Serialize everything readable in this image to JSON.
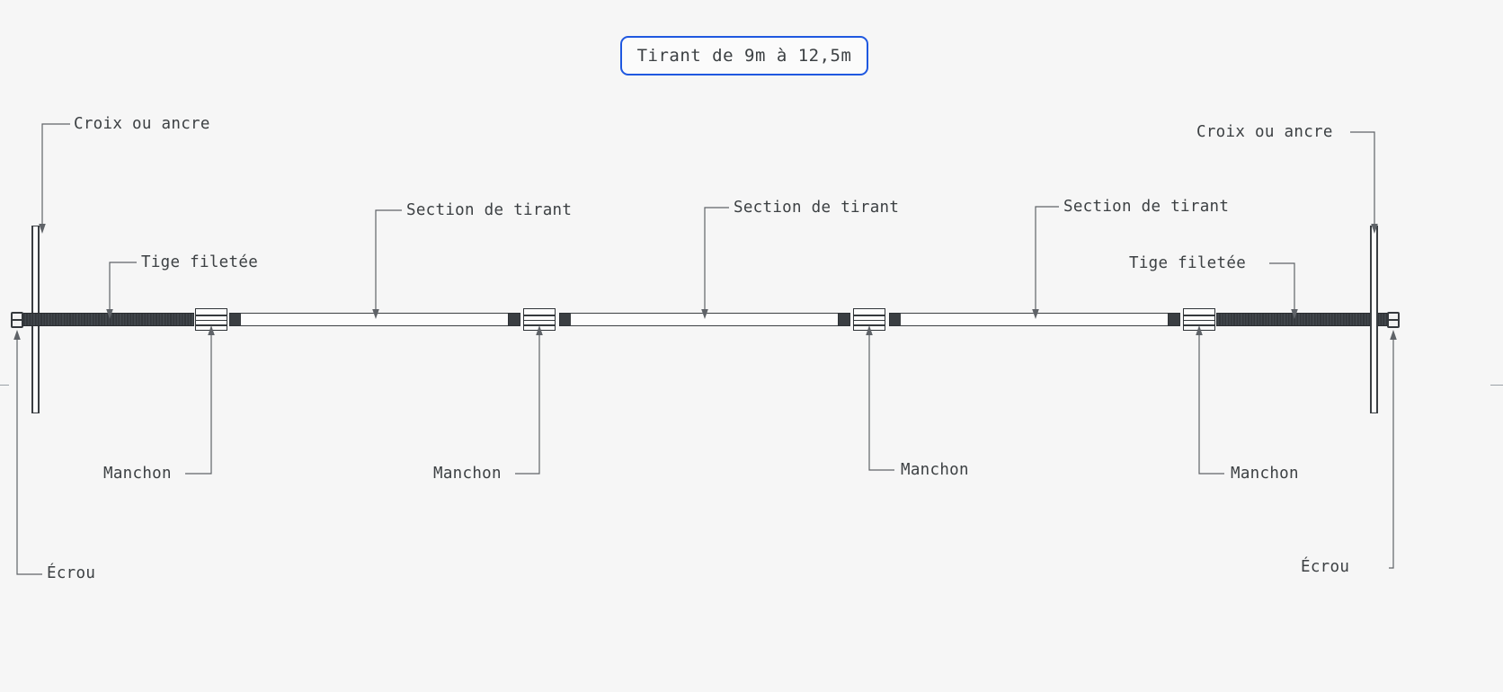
{
  "title": {
    "text": "Tirant de 9m à 12,5m",
    "border_color": "#1f58e0"
  },
  "labels": {
    "anchor_left": "Croix ou ancre",
    "anchor_right": "Croix ou ancre",
    "threaded_rod_left": "Tige filetée",
    "threaded_rod_right": "Tige filetée",
    "section_1": "Section de tirant",
    "section_2": "Section de tirant",
    "section_3": "Section de tirant",
    "coupler_1": "Manchon",
    "coupler_2": "Manchon",
    "coupler_3": "Manchon",
    "coupler_4": "Manchon",
    "nut_left": "Écrou",
    "nut_right": "Écrou"
  },
  "assembly": {
    "parts": [
      {
        "name": "nut-left",
        "type": "nut"
      },
      {
        "name": "anchor-plate-left",
        "type": "anchor"
      },
      {
        "name": "threaded-rod-left",
        "type": "rod"
      },
      {
        "name": "coupler-1",
        "type": "coupler"
      },
      {
        "name": "tie-section-1",
        "type": "tube"
      },
      {
        "name": "coupler-2",
        "type": "coupler"
      },
      {
        "name": "tie-section-2",
        "type": "tube"
      },
      {
        "name": "coupler-3",
        "type": "coupler"
      },
      {
        "name": "tie-section-3",
        "type": "tube"
      },
      {
        "name": "coupler-4",
        "type": "coupler"
      },
      {
        "name": "threaded-rod-right",
        "type": "rod"
      },
      {
        "name": "anchor-plate-right",
        "type": "anchor"
      },
      {
        "name": "nut-right",
        "type": "nut"
      }
    ]
  },
  "colors": {
    "background": "#f6f6f6",
    "ink": "#3c4043",
    "leader": "#5f6368",
    "accent": "#1f58e0",
    "metal_dark": "#3a3e42"
  }
}
